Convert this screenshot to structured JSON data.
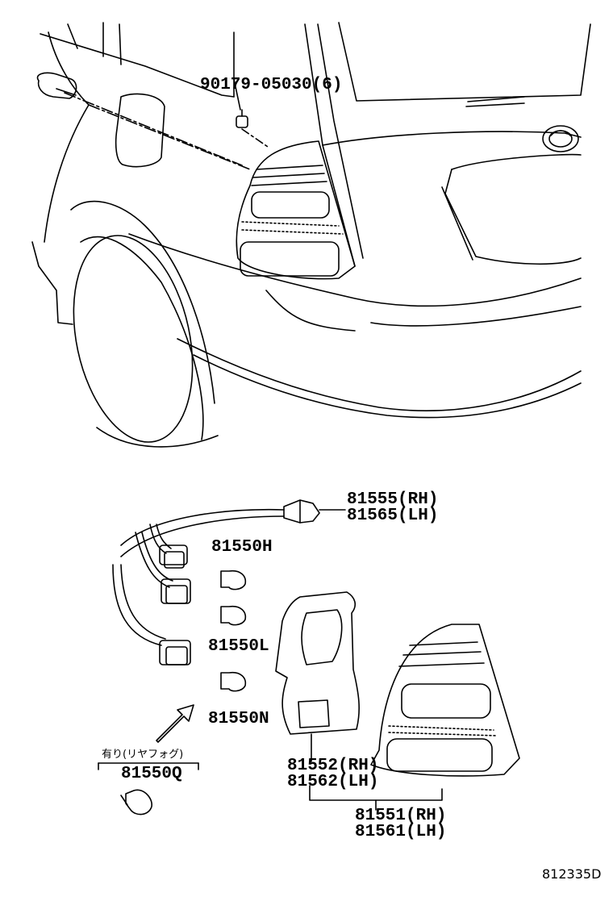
{
  "labels": {
    "clip": "90179-05030(6)",
    "cord_rh": "81555(RH)",
    "cord_lh": "81565(LH)",
    "bulb_h": "81550H",
    "bulb_l": "81550L",
    "bulb_n": "81550N",
    "fog_note": "有り(リヤフォグ)",
    "bulb_q": "81550Q",
    "gasket_rh": "81552(RH)",
    "gasket_lh": "81562(LH)",
    "lamp_rh": "81551(RH)",
    "lamp_lh": "81561(LH)",
    "drawing_code": "812335D"
  }
}
